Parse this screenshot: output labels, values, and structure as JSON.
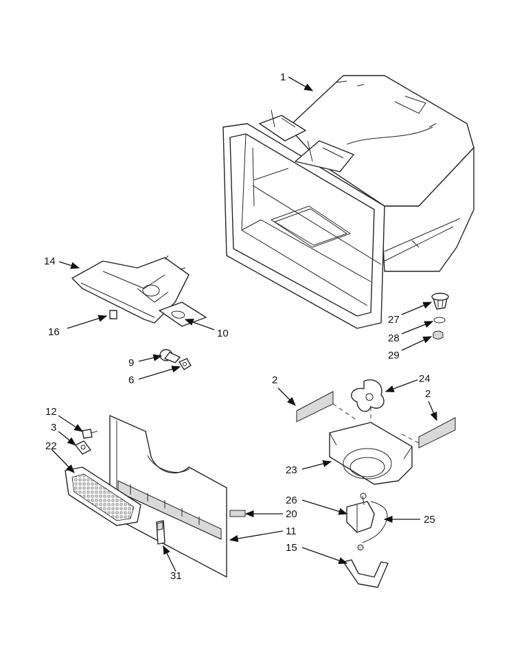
{
  "callouts": {
    "c1": "1",
    "c14": "14",
    "c16": "16",
    "c10": "10",
    "c9": "9",
    "c6": "6",
    "c27": "27",
    "c28": "28",
    "c29": "29",
    "c2a": "2",
    "c24": "24",
    "c2b": "2",
    "c12": "12",
    "c3": "3",
    "c22": "22",
    "c23": "23",
    "c26": "26",
    "c20": "20",
    "c25": "25",
    "c11": "11",
    "c15": "15",
    "c31": "31"
  }
}
